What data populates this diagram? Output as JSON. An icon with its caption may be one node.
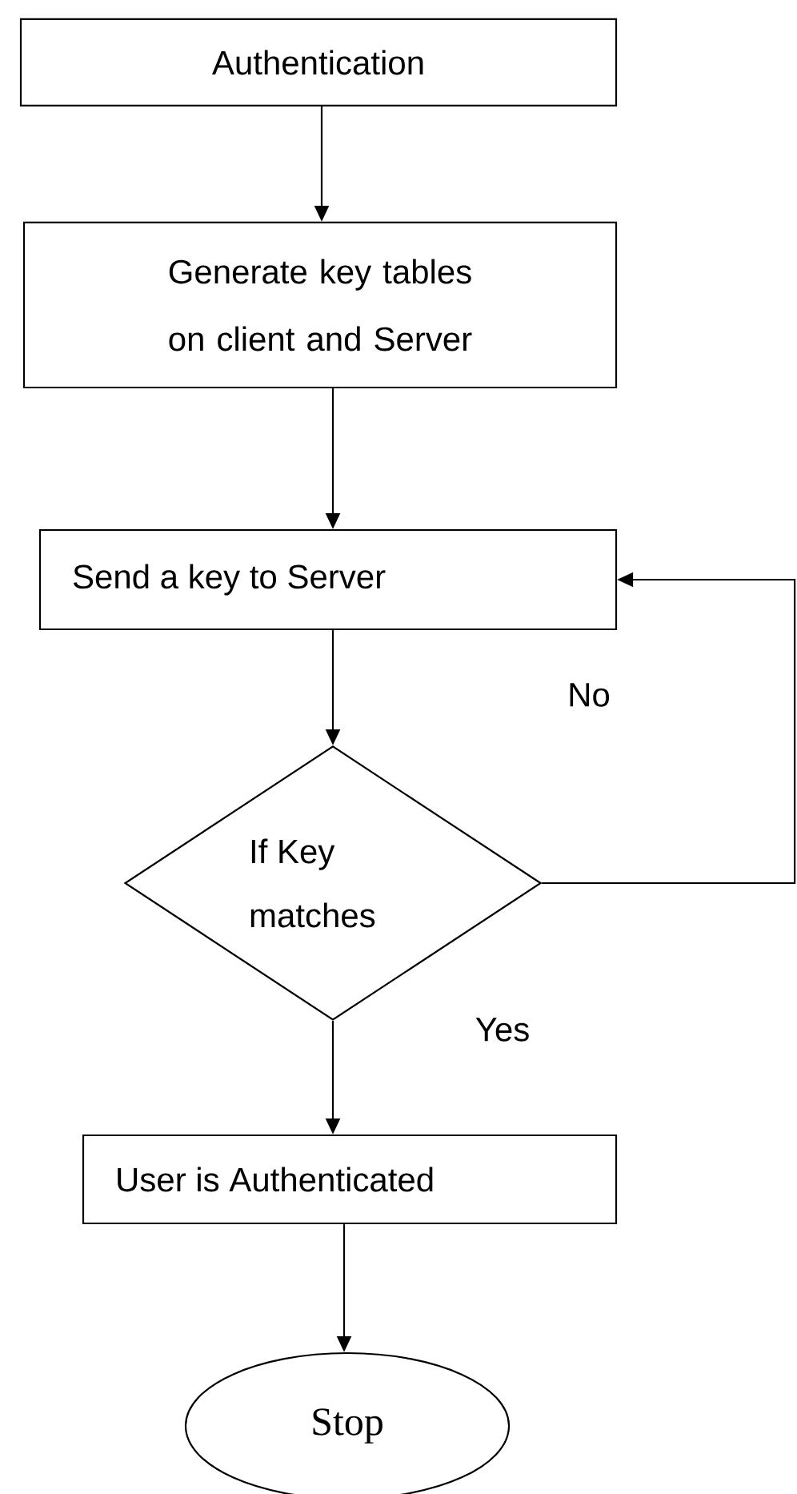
{
  "diagram": {
    "nodes": [
      {
        "text": [
          "Authentication"
        ]
      },
      {
        "text": [
          "Generate key tables on client and Server"
        ]
      },
      {
        "text": [
          "Send a key to Server"
        ]
      },
      {
        "text": [
          "If Key matches"
        ]
      },
      {
        "text": [
          "User is Authenticated"
        ]
      },
      {
        "text": [
          "Stop"
        ]
      }
    ],
    "edges": [
      {
        "from": 0,
        "to": 1,
        "arrow": "to"
      },
      {
        "from": 1,
        "to": 2,
        "arrow": "to"
      },
      {
        "from": 2,
        "to": 3,
        "arrow": "to"
      },
      {
        "from": 3,
        "to": 4,
        "arrow": "to",
        "label": "Yes"
      },
      {
        "from": 4,
        "to": 5,
        "arrow": "to"
      },
      {
        "from": 3,
        "to": 2,
        "arrow": "to",
        "label": "No"
      }
    ]
  }
}
